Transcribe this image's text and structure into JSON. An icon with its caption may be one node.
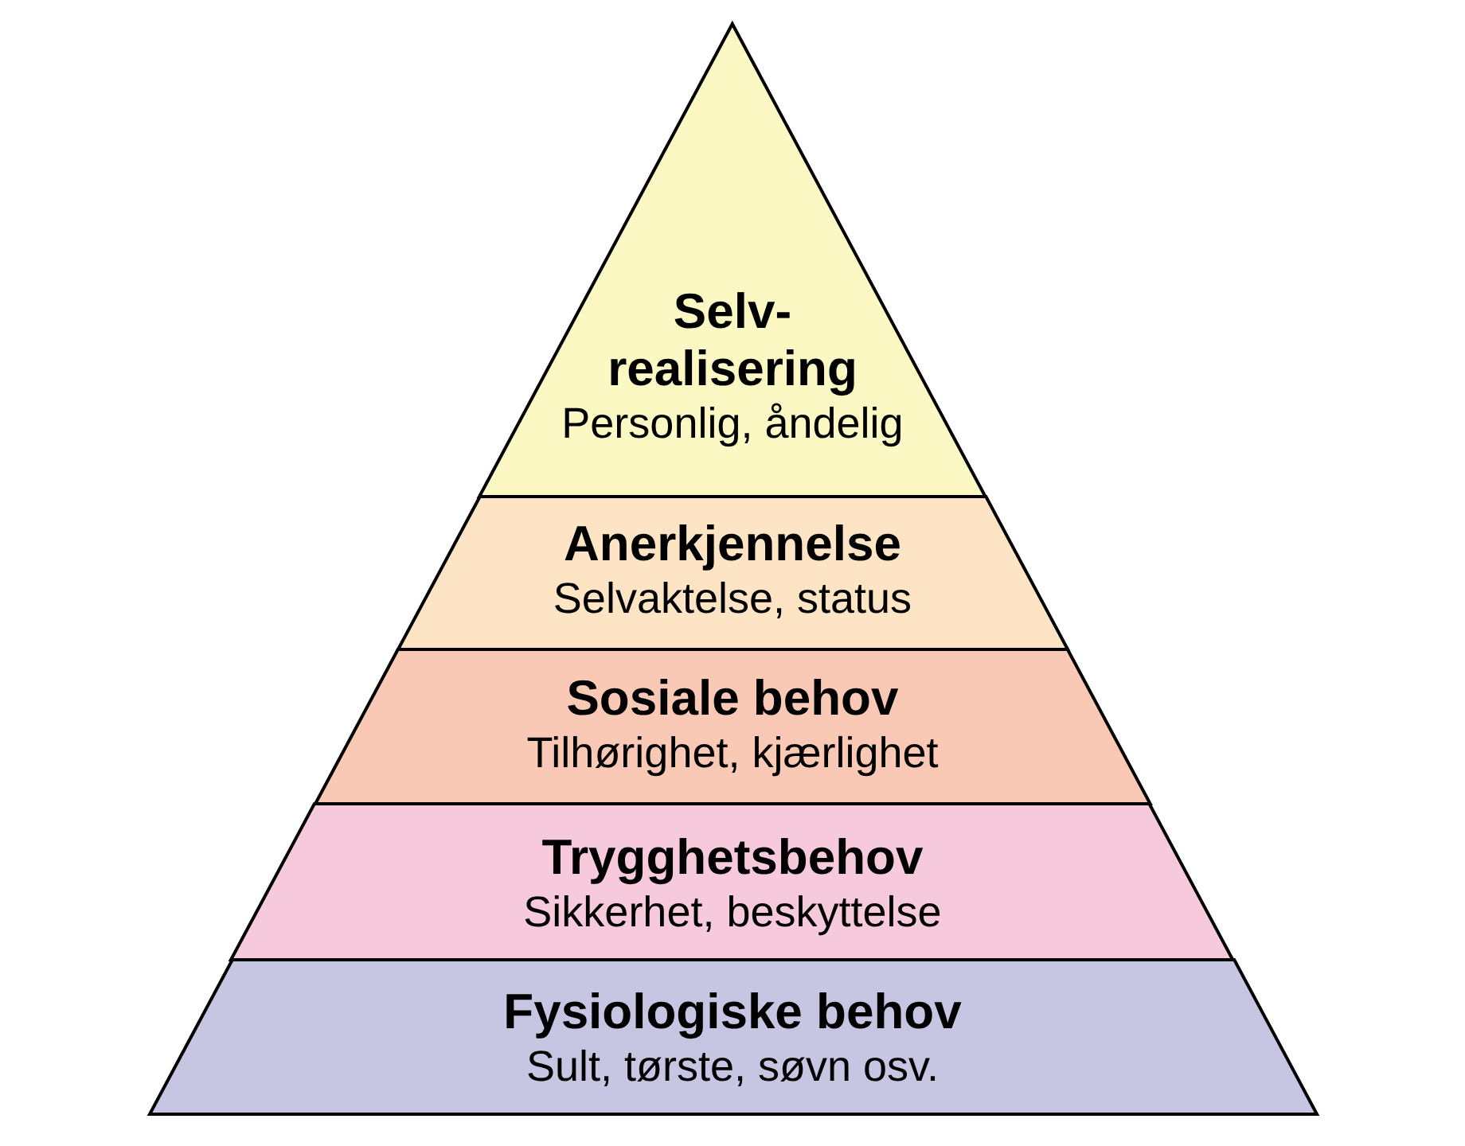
{
  "diagram": {
    "nodes": [
      {
        "text": [
          "Selv- realisering",
          "Personlig, åndelig"
        ]
      },
      {
        "text": [
          "Anerkjennelse",
          "Selvaktelse, status"
        ]
      },
      {
        "text": [
          "Sosiale behov",
          "Tilhørighet, kjærlighet"
        ]
      },
      {
        "text": [
          "Trygghetsbehov",
          "Sikkerhet, beskyttelse"
        ]
      },
      {
        "text": [
          "Fysiologiske behov",
          "Sult, tørste, søvn osv."
        ]
      }
    ],
    "edges": []
  }
}
